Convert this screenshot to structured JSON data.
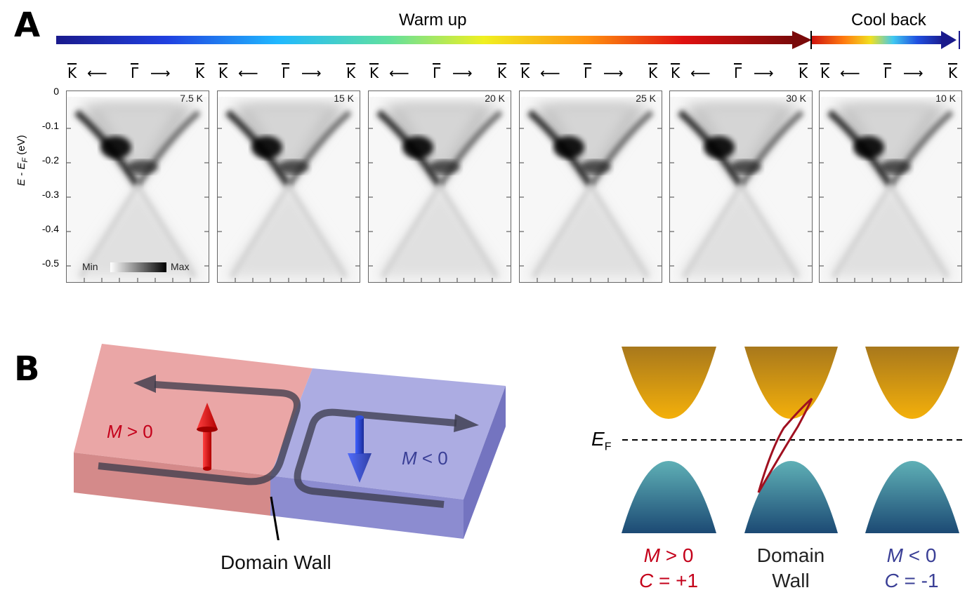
{
  "panel_a": {
    "label": "A",
    "warm_up": "Warm up",
    "cool_back": "Cool back",
    "k_left": "K",
    "k_center": "Γ",
    "k_right": "K",
    "y_axis_label": "E - E",
    "y_axis_sub": "F",
    "y_axis_unit": " (eV)",
    "y_ticks": [
      "0",
      "-0.1",
      "-0.2",
      "-0.3",
      "-0.4",
      "-0.5"
    ],
    "temperatures": [
      "7.5 K",
      "15 K",
      "20 K",
      "25 K",
      "30 K",
      "10 K"
    ],
    "colorbar_min": "Min",
    "colorbar_max": "Max"
  },
  "panel_b": {
    "label": "B",
    "m_pos": "M",
    "m_pos_rest": " > 0",
    "m_neg": "M",
    "m_neg_rest": " < 0",
    "domain_wall": "Domain Wall",
    "ef_main": "E",
    "ef_sub": "F",
    "cap_left_1": "M",
    "cap_left_1_rest": " > 0",
    "cap_left_2": "C",
    "cap_left_2_rest": " = +1",
    "cap_mid_1": "Domain",
    "cap_mid_2": "Wall",
    "cap_right_1": "M",
    "cap_right_1_rest": " < 0",
    "cap_right_2": "C",
    "cap_right_2_rest": " = -1"
  },
  "colors": {
    "red_text": "#c4001a",
    "blue_text": "#3a3f96",
    "conduction_band_top": "#a8781c",
    "conduction_band_bottom": "#f4b00a",
    "valence_band_top": "#5fb0b6",
    "valence_band_bottom": "#1c4a74",
    "chiral_edge_state": "#a01020"
  }
}
